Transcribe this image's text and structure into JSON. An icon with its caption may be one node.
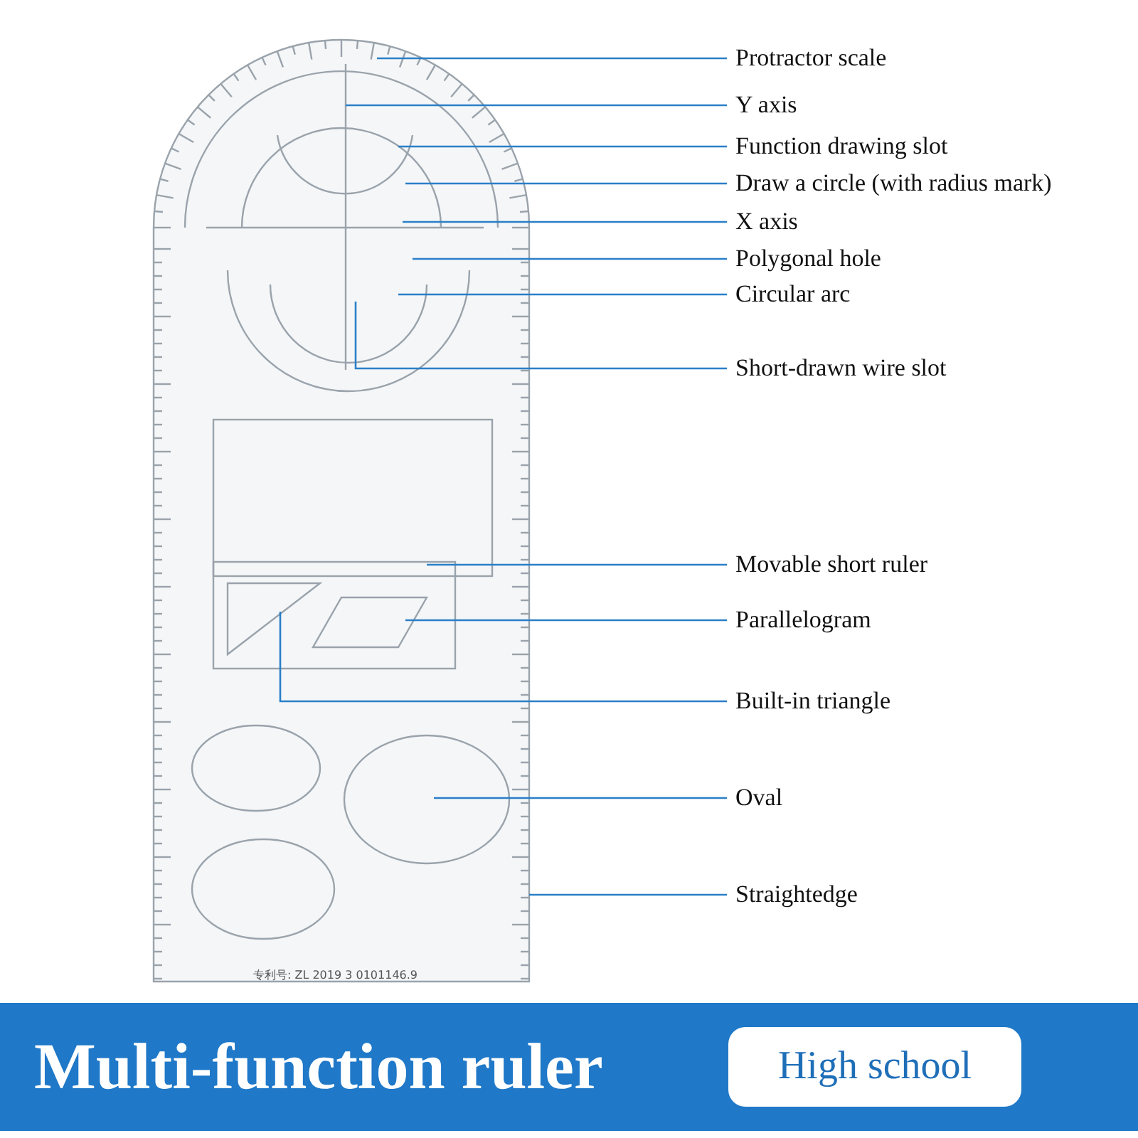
{
  "diagram": {
    "title": "Multi-function ruler",
    "nodes": [
      {
        "text": [
          "Protractor scale"
        ]
      },
      {
        "text": [
          "Y axis"
        ]
      },
      {
        "text": [
          "Function drawing slot"
        ]
      },
      {
        "text": [
          "Draw a circle (with radius mark)"
        ]
      },
      {
        "text": [
          "X axis"
        ]
      },
      {
        "text": [
          "Polygonal hole"
        ]
      },
      {
        "text": [
          "Circular arc"
        ]
      },
      {
        "text": [
          "Short-drawn wire slot"
        ]
      },
      {
        "text": [
          "Movable short ruler"
        ]
      },
      {
        "text": [
          "Parallelogram"
        ]
      },
      {
        "text": [
          "Built-in triangle"
        ]
      },
      {
        "text": [
          "Oval"
        ]
      },
      {
        "text": [
          "Straightedge"
        ]
      },
      {
        "text": [
          "High school"
        ]
      }
    ],
    "edges": [
      {
        "from": 0,
        "to": null,
        "arrow": "none"
      },
      {
        "from": 1,
        "to": null,
        "arrow": "none"
      },
      {
        "from": 2,
        "to": null,
        "arrow": "none"
      },
      {
        "from": 3,
        "to": null,
        "arrow": "none"
      },
      {
        "from": 4,
        "to": null,
        "arrow": "none"
      },
      {
        "from": 5,
        "to": null,
        "arrow": "none"
      },
      {
        "from": 6,
        "to": null,
        "arrow": "none"
      },
      {
        "from": 7,
        "to": null,
        "arrow": "none"
      },
      {
        "from": 8,
        "to": null,
        "arrow": "none"
      },
      {
        "from": 9,
        "to": null,
        "arrow": "none"
      },
      {
        "from": 10,
        "to": null,
        "arrow": "none"
      },
      {
        "from": 11,
        "to": null,
        "arrow": "none"
      },
      {
        "from": 12,
        "to": null,
        "arrow": "none"
      }
    ],
    "labels": [
      "专利号: ZL 2019 3 0101146.9"
    ]
  }
}
